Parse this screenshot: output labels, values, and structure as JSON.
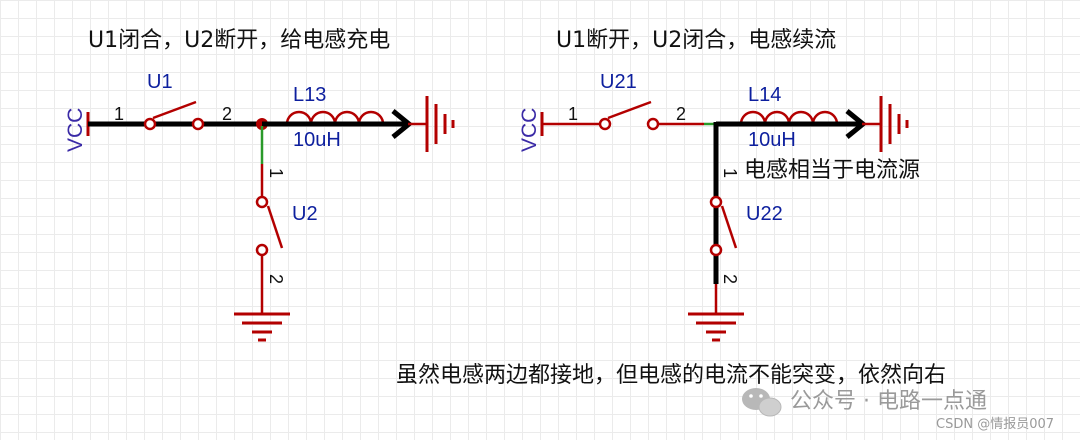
{
  "captions": {
    "left_title": "U1闭合，U2断开，给电感充电",
    "right_title": "U1断开，U2闭合，电感续流",
    "inductor_note": "电感相当于电流源",
    "bottom_note": "虽然电感两边都接地，但电感的电流不能突变，依然向右"
  },
  "left_circuit": {
    "supply": "VCC",
    "switch_top": "U1",
    "switch_bottom": "U2",
    "inductor": "L13",
    "inductance": "10uH",
    "pins": {
      "top_1": "1",
      "top_2": "2",
      "bottom_1": "1",
      "bottom_2": "2"
    }
  },
  "right_circuit": {
    "supply": "VCC",
    "switch_top": "U21",
    "switch_bottom": "U22",
    "inductor": "L14",
    "inductance": "10uH",
    "pins": {
      "top_1": "1",
      "top_2": "2",
      "bottom_1": "1",
      "bottom_2": "2"
    }
  },
  "watermark": {
    "wechat": "公众号 · 电路一点通",
    "csdn": "CSDN @情报员007"
  },
  "colors": {
    "wire": "#b30000",
    "current_path": "#000000",
    "label": "#0d1f9e",
    "net_green": "#2a9a2a"
  }
}
